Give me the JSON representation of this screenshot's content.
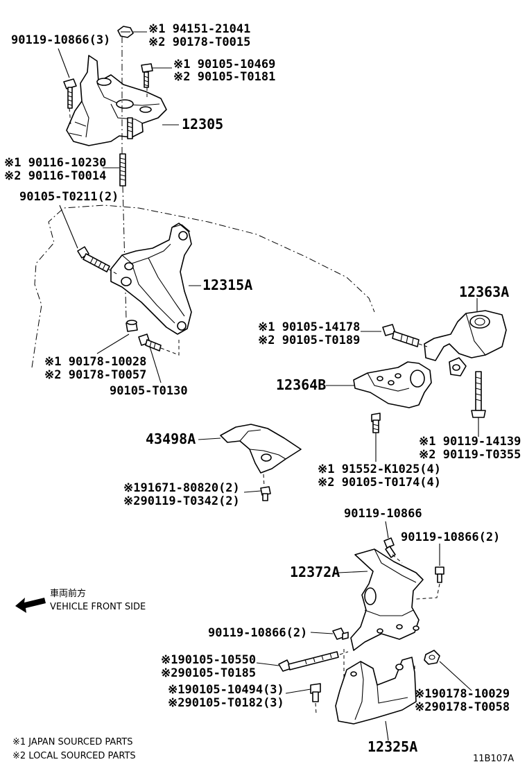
{
  "labels": {
    "p90119_10866_3": "90119-10866(3)",
    "p94151_21041": "※1 94151-21041",
    "p90178_T0015": "※2 90178-T0015",
    "p90105_10469": "※1 90105-10469",
    "p90105_T0181": "※2 90105-T0181",
    "p12305": "12305",
    "p90116_10230": "※1 90116-10230",
    "p90116_T0014": "※2 90116-T0014",
    "p90105_T0211_2": "90105-T0211(2)",
    "p12315A": "12315A",
    "p90178_10028": "※1 90178-10028",
    "p90178_T0057": "※2 90178-T0057",
    "p90105_T0130": "90105-T0130",
    "p12363A": "12363A",
    "p90105_14178": "※1  90105-14178",
    "p90105_T0189": "※2  90105-T0189",
    "p12364B": "12364B",
    "p43498A": "43498A",
    "p90119_14139": "※1  90119-14139",
    "p90119_T0355": "※2  90119-T0355",
    "p91552_K1025_4": "※1  91552-K1025(4)",
    "p90105_T0174_4": "※2  90105-T0174(4)",
    "p91671_80820_2": "※191671-80820(2)",
    "p90119_T0342_2": "※290119-T0342(2)",
    "p90119_10866": "90119-10866",
    "p90119_10866_2a": "90119-10866(2)",
    "p12372A": "12372A",
    "p90119_10866_2b": "90119-10866(2)",
    "p90105_10550": "※190105-10550",
    "p90105_T0185": "※290105-T0185",
    "p90105_10494_3": "※190105-10494(3)",
    "p90105_T0182_3": "※290105-T0182(3)",
    "p90178_10029": "※190178-10029",
    "p90178_T0058": "※290178-T0058",
    "p12325A": "12325A"
  },
  "direction": {
    "japanese": "車両前方",
    "english": "VEHICLE FRONT SIDE"
  },
  "legend": {
    "japan": "※1 JAPAN SOURCED PARTS",
    "local": "※2 LOCAL SOURCED PARTS"
  },
  "figure_id": "11B107A"
}
